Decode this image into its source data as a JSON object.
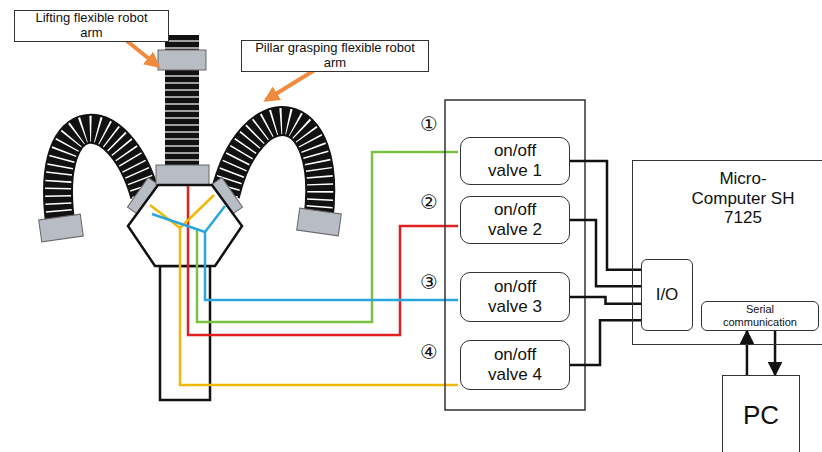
{
  "diagram": {
    "nodes": [
      {
        "text": [
          "Lifting flexible robot arm"
        ]
      },
      {
        "text": [
          "Pillar grasping flexible robot arm"
        ]
      },
      {
        "text": [
          "on/off valve 1"
        ]
      },
      {
        "text": [
          "on/off valve 2"
        ]
      },
      {
        "text": [
          "on/off valve 3"
        ]
      },
      {
        "text": [
          "on/off valve 4"
        ]
      },
      {
        "text": [
          "Micro-Computer SH 7125"
        ]
      },
      {
        "text": [
          "I/O"
        ],
        "in": 6
      },
      {
        "text": [
          "Serial communication"
        ],
        "in": 6
      },
      {
        "text": [
          "PC"
        ]
      }
    ],
    "edges": [
      {
        "from": 2,
        "to": 7,
        "arrow": "none"
      },
      {
        "from": 3,
        "to": 7,
        "arrow": "none"
      },
      {
        "from": 4,
        "to": 7,
        "arrow": "none"
      },
      {
        "from": 5,
        "to": 7,
        "arrow": "none"
      },
      {
        "from": 9,
        "to": 8,
        "arrow": "to"
      },
      {
        "from": 8,
        "to": 9,
        "arrow": "to"
      }
    ],
    "labels": [
      "①",
      "②",
      "③",
      "④"
    ]
  }
}
